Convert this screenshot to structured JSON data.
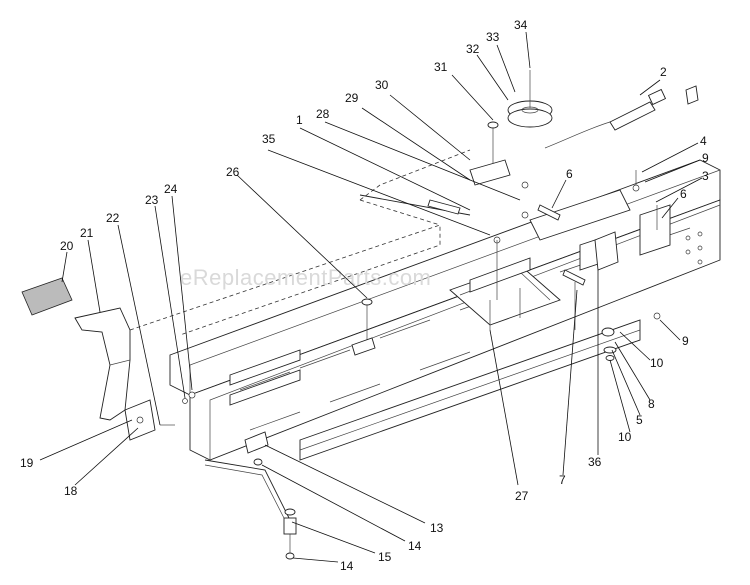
{
  "watermark": "eReplacementParts.com",
  "callouts": [
    {
      "id": "c1",
      "text": "1"
    },
    {
      "id": "c2",
      "text": "2"
    },
    {
      "id": "c3",
      "text": "3"
    },
    {
      "id": "c4",
      "text": "4"
    },
    {
      "id": "c5",
      "text": "5"
    },
    {
      "id": "c6a",
      "text": "6"
    },
    {
      "id": "c6b",
      "text": "6"
    },
    {
      "id": "c7",
      "text": "7"
    },
    {
      "id": "c8",
      "text": "8"
    },
    {
      "id": "c9a",
      "text": "9"
    },
    {
      "id": "c9b",
      "text": "9"
    },
    {
      "id": "c10a",
      "text": "10"
    },
    {
      "id": "c10b",
      "text": "10"
    },
    {
      "id": "c13",
      "text": "13"
    },
    {
      "id": "c14a",
      "text": "14"
    },
    {
      "id": "c14b",
      "text": "14"
    },
    {
      "id": "c15",
      "text": "15"
    },
    {
      "id": "c18",
      "text": "18"
    },
    {
      "id": "c19",
      "text": "19"
    },
    {
      "id": "c20",
      "text": "20"
    },
    {
      "id": "c21",
      "text": "21"
    },
    {
      "id": "c22",
      "text": "22"
    },
    {
      "id": "c23",
      "text": "23"
    },
    {
      "id": "c24",
      "text": "24"
    },
    {
      "id": "c26",
      "text": "26"
    },
    {
      "id": "c27",
      "text": "27"
    },
    {
      "id": "c28",
      "text": "28"
    },
    {
      "id": "c29",
      "text": "29"
    },
    {
      "id": "c30",
      "text": "30"
    },
    {
      "id": "c31",
      "text": "31"
    },
    {
      "id": "c32",
      "text": "32"
    },
    {
      "id": "c33",
      "text": "33"
    },
    {
      "id": "c34",
      "text": "34"
    },
    {
      "id": "c35",
      "text": "35"
    },
    {
      "id": "c36",
      "text": "36"
    }
  ]
}
